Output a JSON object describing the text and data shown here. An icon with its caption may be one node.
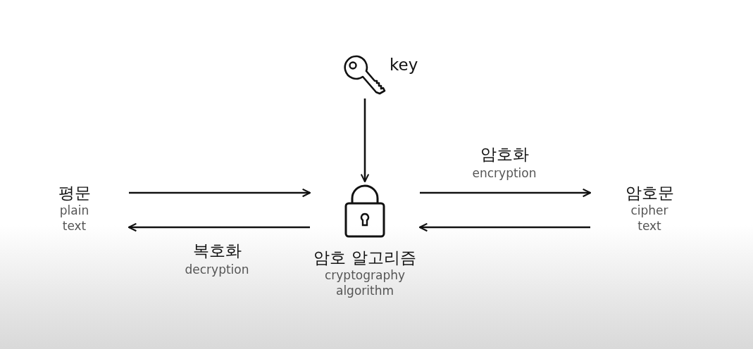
{
  "diagram": {
    "nodes": [
      {
        "text": [
          "평문",
          "plain text"
        ]
      },
      {
        "text": [
          "key"
        ]
      },
      {
        "text": [
          "암호 알고리즘",
          "cryptography algorithm"
        ]
      },
      {
        "text": [
          "암호문",
          "cipher text"
        ]
      }
    ],
    "edges": [
      {
        "from": 0,
        "to": 2,
        "arrow": "to"
      },
      {
        "from": 2,
        "to": 0,
        "arrow": "to",
        "label": "복호화 decryption"
      },
      {
        "from": 2,
        "to": 3,
        "arrow": "to",
        "label": "암호화 encryption"
      },
      {
        "from": 3,
        "to": 2,
        "arrow": "to"
      },
      {
        "from": 1,
        "to": 2,
        "arrow": "to"
      }
    ]
  }
}
